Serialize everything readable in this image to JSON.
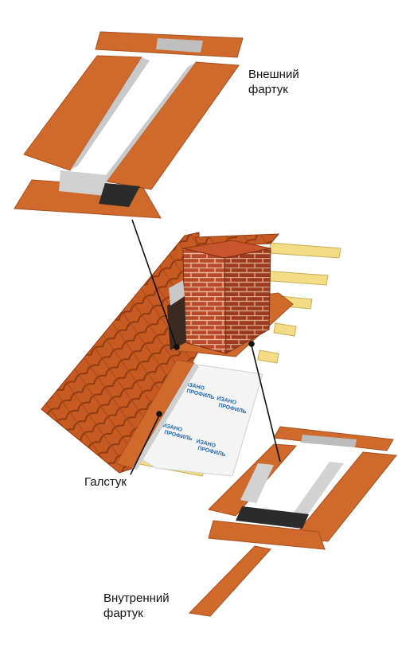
{
  "labels": {
    "outer_apron": [
      "Внешний",
      "фартук"
    ],
    "tie": "Галстук",
    "inner_apron": [
      "Внутренний",
      "фартук"
    ]
  },
  "membrane_brand": [
    "ИЗАНО",
    "ПРОФИЛЬ"
  ],
  "colors": {
    "copper": "#d06a2c",
    "copper_dark": "#a84e1c",
    "tile": "#c65a22",
    "tile_dark": "#8e3a12",
    "brick": "#b84a2a",
    "mortar": "#e9b79a",
    "batten": "#f3dc86",
    "metal": "#d8d8d8",
    "line": "#111111"
  }
}
